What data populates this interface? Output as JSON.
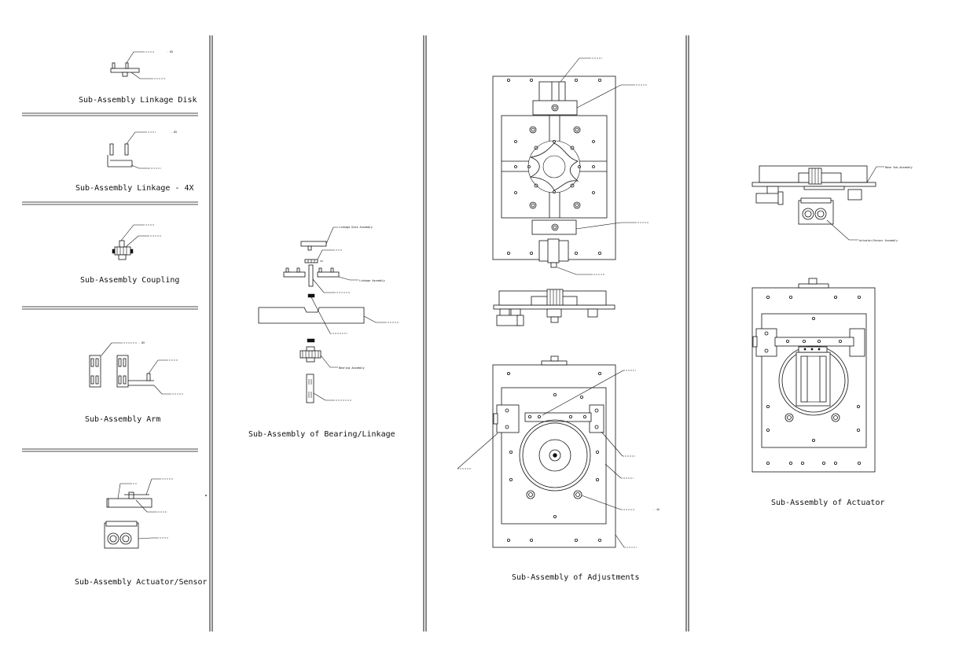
{
  "captions": {
    "linkage_disk": "Sub-Assembly Linkage Disk",
    "linkage_4x": "Sub-Assembly Linkage - 4X",
    "coupling": "Sub-Assembly Coupling",
    "arm": "Sub-Assembly Arm",
    "actuator_sensor": "Sub-Assembly Actuator/Sensor",
    "bearing_linkage": "Sub-Assembly of Bearing/Linkage",
    "adjustments": "Sub-Assembly of Adjustments",
    "actuator": "Sub-Assembly of Actuator"
  },
  "callouts": {
    "linkage_disk_assembly": "Linkage Disk Assembly",
    "linkage_assembly": "Linkage Assembly",
    "bearing_assembly": "Bearing Assembly",
    "base_sub_assembly": "Base Sub-Assembly",
    "actuator_sensor_assembly": "Actuator/Sensor Assembly",
    "linkage_disk_pin_qty": "- 8X",
    "linkage_4x_pin_qty": "- 8X",
    "arm_block_qty": "- 8X",
    "adjustment_knob_qty": "- 4X"
  },
  "icons": [
    "dimension-leader-icon"
  ]
}
